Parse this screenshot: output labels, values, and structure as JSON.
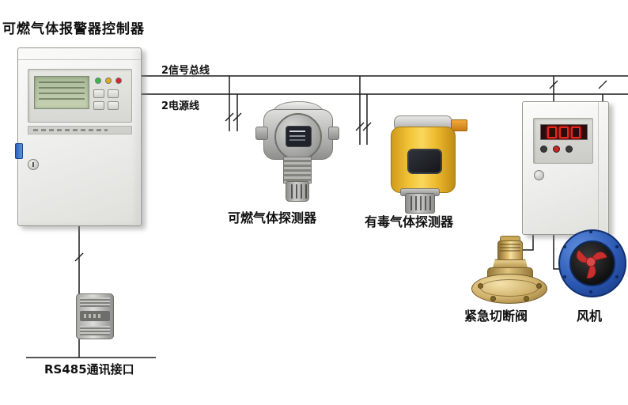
{
  "title": "可燃气体报警器控制器",
  "wiring": {
    "signal_bus_label": "2信号总线",
    "power_line_label": "2电源线"
  },
  "devices": {
    "combustible_detector": {
      "label": "可燃气体探测器"
    },
    "toxic_detector": {
      "label": "有毒气体探测器"
    },
    "shutoff_valve": {
      "label": "紧急切断阀"
    },
    "fan": {
      "label": "风机"
    },
    "rs485_interface": {
      "label": "RS485通讯接口"
    }
  },
  "palette": {
    "wire_black": "#1c1c1c",
    "detector_yellow": "#f3c437",
    "conduit_orange": "#f3a93c",
    "fan_blue": "#2c58b2",
    "impeller_red": "#c92f2f",
    "valve_brass": "#cfb06a",
    "lcd_green": "#b5c4a0",
    "led_red": "#e8251c",
    "cabinet_gray": "#ececea",
    "latch_blue": "#2a62b8"
  }
}
